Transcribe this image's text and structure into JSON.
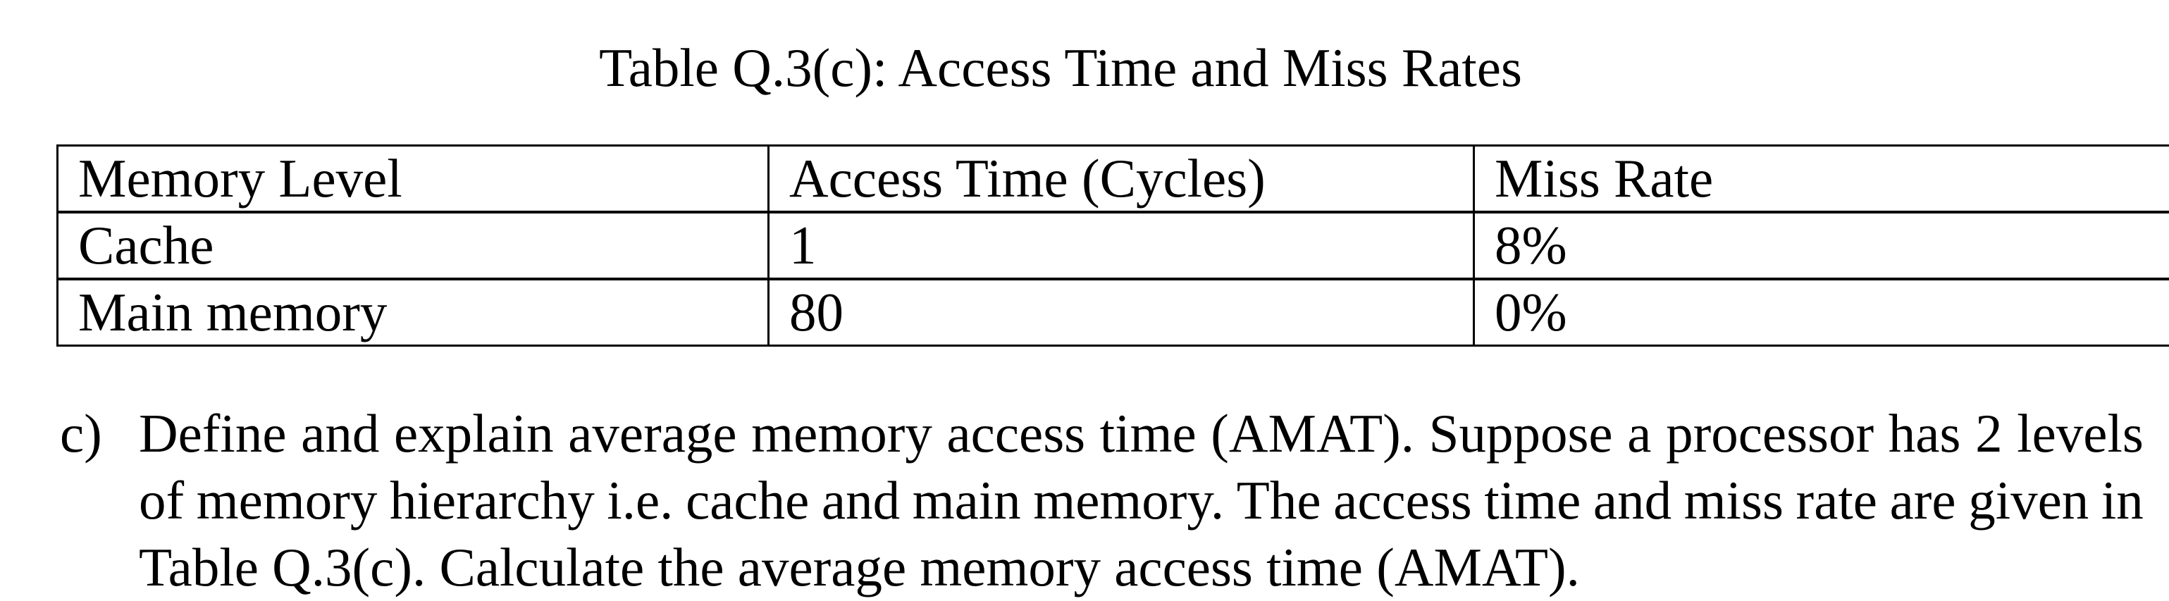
{
  "caption": "Table Q.3(c): Access Time and Miss Rates",
  "table": {
    "headers": [
      "Memory Level",
      "Access Time (Cycles)",
      "Miss Rate"
    ],
    "rows": [
      [
        "Cache",
        "1",
        "8%"
      ],
      [
        "Main memory",
        "80",
        "0%"
      ]
    ]
  },
  "question": {
    "marker": "c)",
    "lines": [
      "Define and explain average memory access time (AMAT). Suppose a processor has 2 levels",
      "of memory hierarchy i.e. cache and main memory. The access time and miss rate are given in",
      "Table Q.3(c). Calculate the average memory access time (AMAT)."
    ]
  },
  "colors": {
    "text": "#000000",
    "background": "#ffffff",
    "table_border": "#000000"
  }
}
